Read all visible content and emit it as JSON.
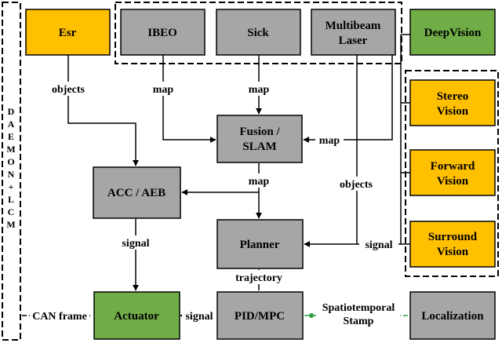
{
  "colors": {
    "sensor_yellow": "#FFC000",
    "sensor_gray": "#A6A6A6",
    "module_green": "#70AD47",
    "outline": "#000000",
    "stamp_dot": "#2E9E3E"
  },
  "side_label": {
    "letters": [
      "D",
      "A",
      "E",
      "M",
      "O",
      "N",
      "+",
      "L",
      "C",
      "M"
    ]
  },
  "nodes": {
    "esr": "Esr",
    "ibeo": "IBEO",
    "sick": "Sick",
    "multibeam": [
      "Multibeam",
      "Laser"
    ],
    "deepvision": "DeepVision",
    "stereo": [
      "Stereo",
      "Vision"
    ],
    "forward": [
      "Forward",
      "Vision"
    ],
    "surround": [
      "Surround",
      "Vision"
    ],
    "fusion": [
      "Fusion /",
      "SLAM"
    ],
    "acc": "ACC / AEB",
    "planner": "Planner",
    "actuator": "Actuator",
    "pidmpc": "PID/MPC",
    "localization": "Localization"
  },
  "edge_labels": {
    "esr_objects": "objects",
    "ibeo_map": "map",
    "sick_map": "map",
    "laser_map": "map",
    "fusion_map": "map",
    "laser_objects": "objects",
    "acc_signal": "signal",
    "vision_signal": "signal",
    "planner_trajectory": "trajectory",
    "pid_signal": "signal",
    "can_frame": "CAN frame",
    "stamp": [
      "Spatiotemporal",
      "Stamp"
    ]
  }
}
